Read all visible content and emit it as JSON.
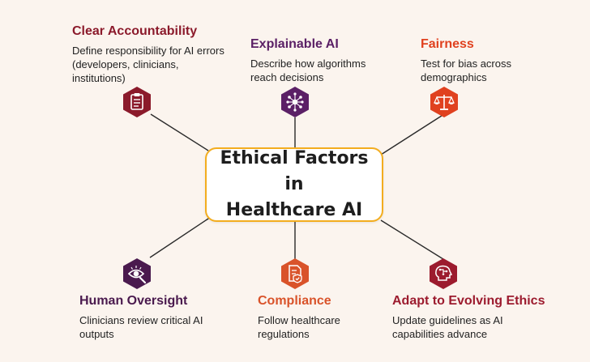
{
  "center": {
    "title_line1": "Ethical Factors in",
    "title_line2": "Healthcare AI"
  },
  "colors": {
    "background": "#fbf4ee",
    "center_border": "#f3ad1f",
    "connector": "#2a2a2a",
    "accountability": "#8b1a2b",
    "explainable": "#5b2066",
    "fairness": "#e0411f",
    "oversight": "#4a1a4e",
    "compliance": "#d9532a",
    "evolving": "#9c1b2e"
  },
  "factors": [
    {
      "key": "accountability",
      "title": "Clear Accountability",
      "description": "Define responsibility for AI errors (developers, clinicians, institutions)",
      "icon": "clipboard-checklist-icon"
    },
    {
      "key": "explainable",
      "title": "Explainable AI",
      "description": "Describe how algorithms reach decisions",
      "icon": "neural-network-icon"
    },
    {
      "key": "fairness",
      "title": "Fairness",
      "description": "Test for bias across demographics",
      "icon": "balance-scale-icon"
    },
    {
      "key": "oversight",
      "title": "Human Oversight",
      "description": "Clinicians review critical AI outputs",
      "icon": "eye-magnifier-icon"
    },
    {
      "key": "compliance",
      "title": "Compliance",
      "description": "Follow healthcare regulations",
      "icon": "document-shield-icon"
    },
    {
      "key": "evolving",
      "title": "Adapt to Evolving Ethics",
      "description": "Update guidelines as AI capabilities advance",
      "icon": "ai-brain-icon"
    }
  ]
}
